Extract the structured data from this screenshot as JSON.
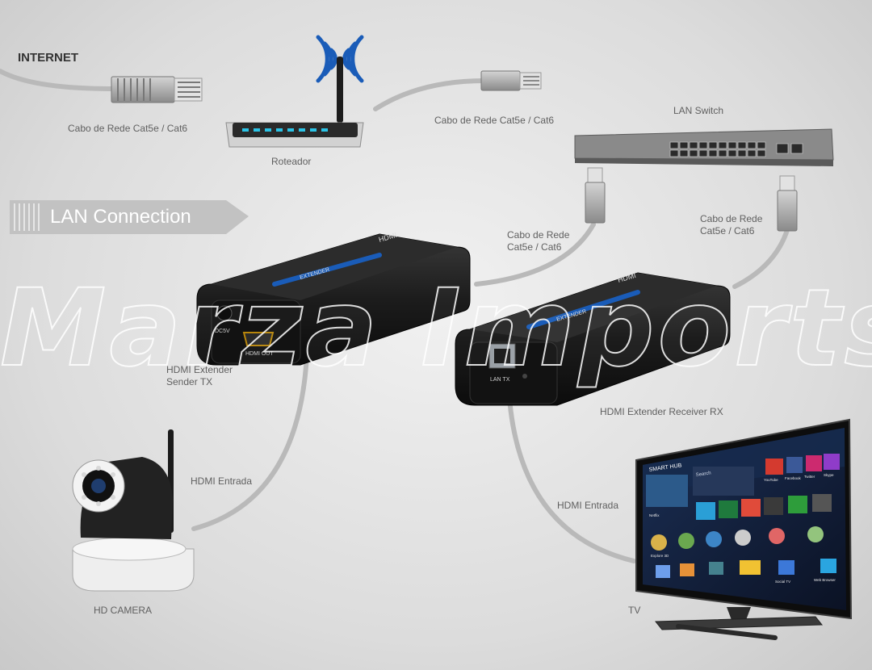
{
  "labels": {
    "internet": "INTERNET",
    "cable_left": "Cabo de Rede Cat5e / Cat6",
    "router": "Roteador",
    "cable_right": "Cabo de Rede Cat5e / Cat6",
    "lan_switch": "LAN Switch",
    "lan_connection": "LAN Connection",
    "cable_tx_1": "Cabo de Rede",
    "cable_tx_2": "Cat5e / Cat6",
    "cable_rx_1": "Cabo de Rede",
    "cable_rx_2": "Cat5e / Cat6",
    "sender_1": "HDMI Extender",
    "sender_2": "Sender TX",
    "receiver": "HDMI Extender Receiver RX",
    "hdmi_in_left": "HDMI Entrada",
    "hdmi_in_right": "HDMI Entrada",
    "camera": "HD CAMERA",
    "tv": "TV"
  },
  "device_text": {
    "tx_dc": "DC5V",
    "tx_hdmi_out": "HDMI OUT",
    "rx_lan_tx": "LAN TX",
    "box_brand": "HDMI",
    "box_model": "EXTENDER"
  },
  "tv_screen": {
    "hub_title": "SMART HUB",
    "search": "Search",
    "apps": [
      "YouTube",
      "Facebook",
      "Twitter",
      "Skype",
      "Netflix",
      "Explore 3D",
      "Social TV",
      "Web Browser"
    ]
  },
  "watermark": "Marza Imports",
  "colors": {
    "background": "#dcdcdc",
    "cable": "#b9b9b9",
    "device_body": "#1c1c1c",
    "wifi_blue": "#1a5cb8",
    "router_led": "#2bc3e6"
  }
}
